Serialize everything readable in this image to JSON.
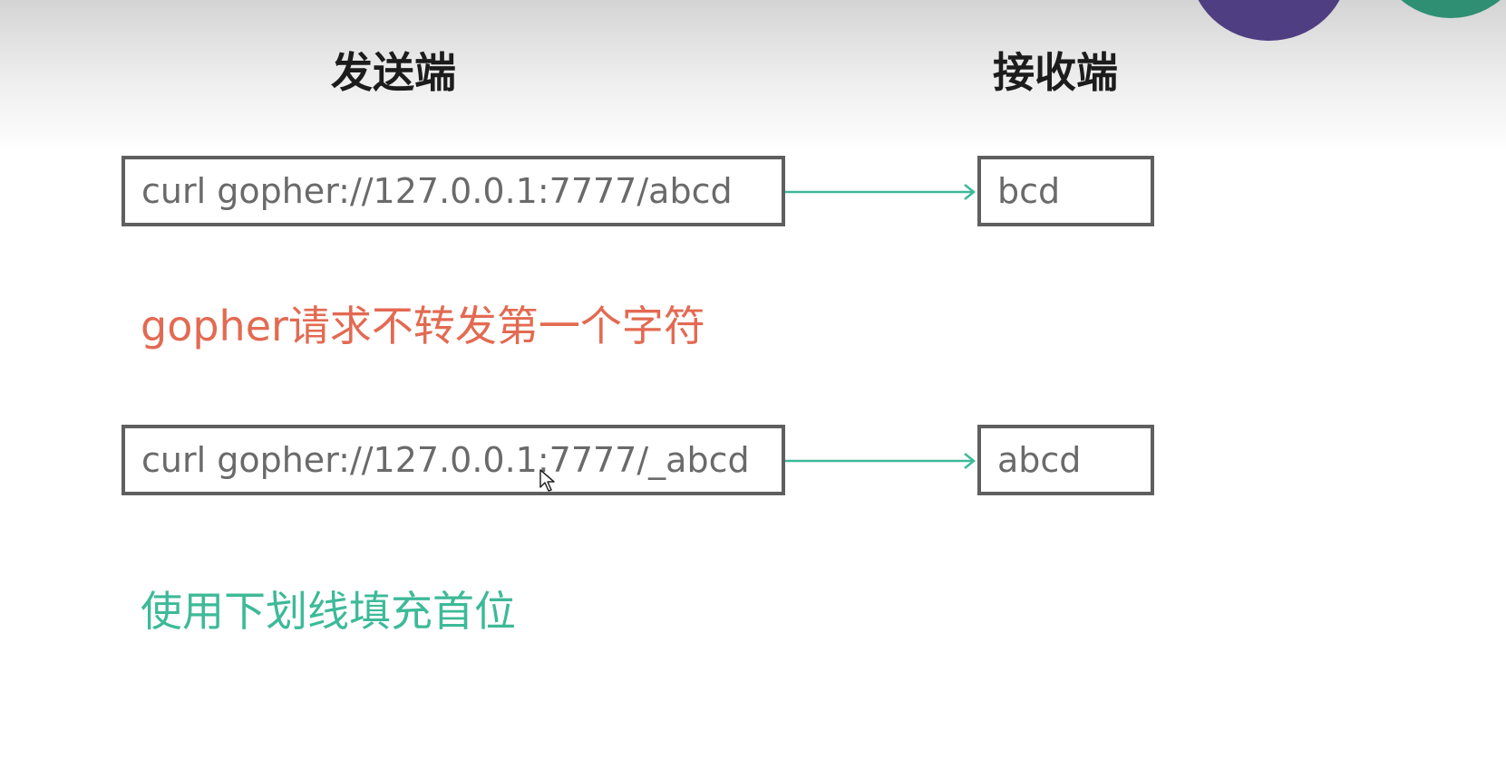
{
  "slide": {
    "sender_heading": "发送端",
    "receiver_heading": "接收端",
    "rows": [
      {
        "command": "curl gopher://127.0.0.1:7777/abcd",
        "received": "bcd"
      },
      {
        "command": "curl gopher://127.0.0.1:7777/_abcd",
        "received": "abcd"
      }
    ],
    "note_problem": "gopher请求不转发第一个字符",
    "note_solution": "使用下划线填充首位"
  },
  "colors": {
    "arrow": "#3dba98",
    "note_problem": "#e36a52",
    "note_solution": "#3dba98",
    "box_border": "#5f5f5f",
    "deco_purple": "#503e82",
    "deco_green": "#2f8f73"
  }
}
